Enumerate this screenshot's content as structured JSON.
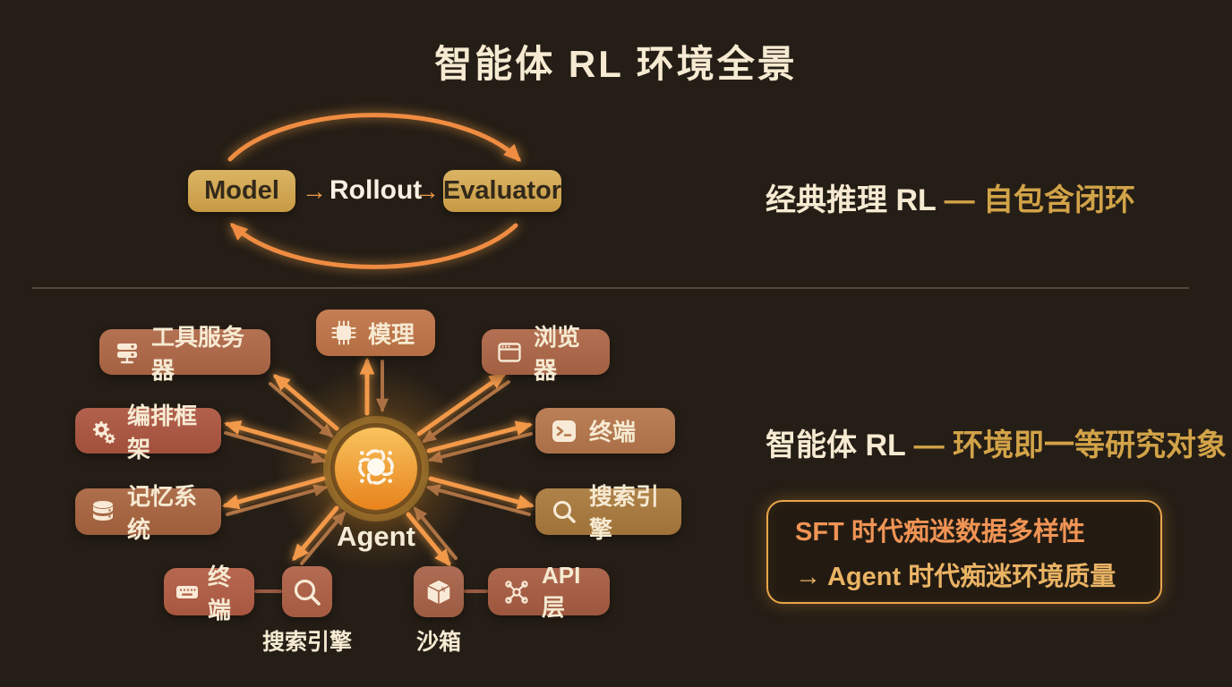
{
  "title": "智能体 RL 环境全景",
  "loop": {
    "model_label": "Model",
    "rollout_label": "Rollout",
    "evaluator_label": "Evaluator",
    "arrow_glyph": "→",
    "caption_main": "经典推理 RL ",
    "caption_accent": "— 自包含闭环"
  },
  "hub": {
    "agent_label": "Agent",
    "caption_main": "智能体 RL ",
    "caption_accent": "— 环境即一等研究对象",
    "nodes": {
      "tool_server": {
        "label": "工具服务器",
        "icon": "server-icon"
      },
      "model": {
        "label": "模理",
        "icon": "chip-icon"
      },
      "browser": {
        "label": "浏览器",
        "icon": "browser-icon"
      },
      "orchestration": {
        "label": "编排框架",
        "icon": "gears-icon"
      },
      "terminal_right": {
        "label": "终端",
        "icon": "terminal-icon"
      },
      "memory": {
        "label": "记忆系统",
        "icon": "database-icon"
      },
      "search_right": {
        "label": "搜索引擎",
        "icon": "search-icon"
      },
      "terminal_bottom": {
        "label": "终端",
        "icon": "keyboard-icon"
      },
      "search_bottom": {
        "label": "搜索引擎",
        "icon": "magnifier-icon"
      },
      "sandbox": {
        "label": "沙箱",
        "icon": "package-icon"
      },
      "api_layer": {
        "label": "API 层",
        "icon": "network-icon"
      }
    }
  },
  "callout": {
    "line1": "SFT 时代痴迷数据多样性",
    "line2": "→ Agent 时代痴迷环境质量"
  },
  "colors": {
    "bg": "#251e16",
    "cream": "#f6ead2",
    "gold": "#d2a348",
    "accent": "#ef8c42",
    "arrow_dim": "#aa7044",
    "box_tan": "#d0a753",
    "box_text": "#32291a",
    "divider": "#5c5040",
    "callout_border": "#eaa64a",
    "callout_line1": "#f09455",
    "callout_line2": "#eab364",
    "agent_top": "#f8c35e",
    "agent_bottom": "#e8831d",
    "node_tool_server": "#ae6746",
    "node_model": "#c07447",
    "node_browser": "#ad6546",
    "node_orchestration": "#ac5540",
    "node_terminal_right": "#b5764b",
    "node_memory": "#a8643f",
    "node_search_right": "#a9793c",
    "node_terminal_bottom": "#b25c43",
    "node_search_bottom": "#ae6045",
    "node_sandbox": "#a66247",
    "node_api_layer": "#a75c41"
  }
}
